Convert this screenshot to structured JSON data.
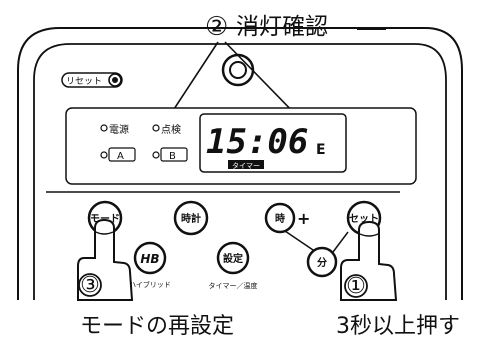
{
  "callout_top": {
    "num": "②",
    "label": "消灯確認"
  },
  "reset_label": "リセット",
  "indicators": {
    "power": "電源",
    "check": "点検",
    "a": "A",
    "b": "B"
  },
  "display": {
    "time": "15:06",
    "tail": "E",
    "mode_badge": "タイマー"
  },
  "buttons": {
    "mode": "モード",
    "clock": "時計",
    "hour": "時",
    "plus": "+",
    "set": "セット",
    "hb": "HB",
    "hb_sub": "ハイブリッド",
    "setting": "設定",
    "setting_sub": "タイマー／温度",
    "minute": "分"
  },
  "steps": {
    "step1": "①",
    "step3": "③"
  },
  "captions": {
    "left": "モードの再設定",
    "right": "3秒以上押す"
  },
  "colors": {
    "line": "#111111",
    "display_bg": "#111111",
    "display_fg": "#ffffff"
  }
}
